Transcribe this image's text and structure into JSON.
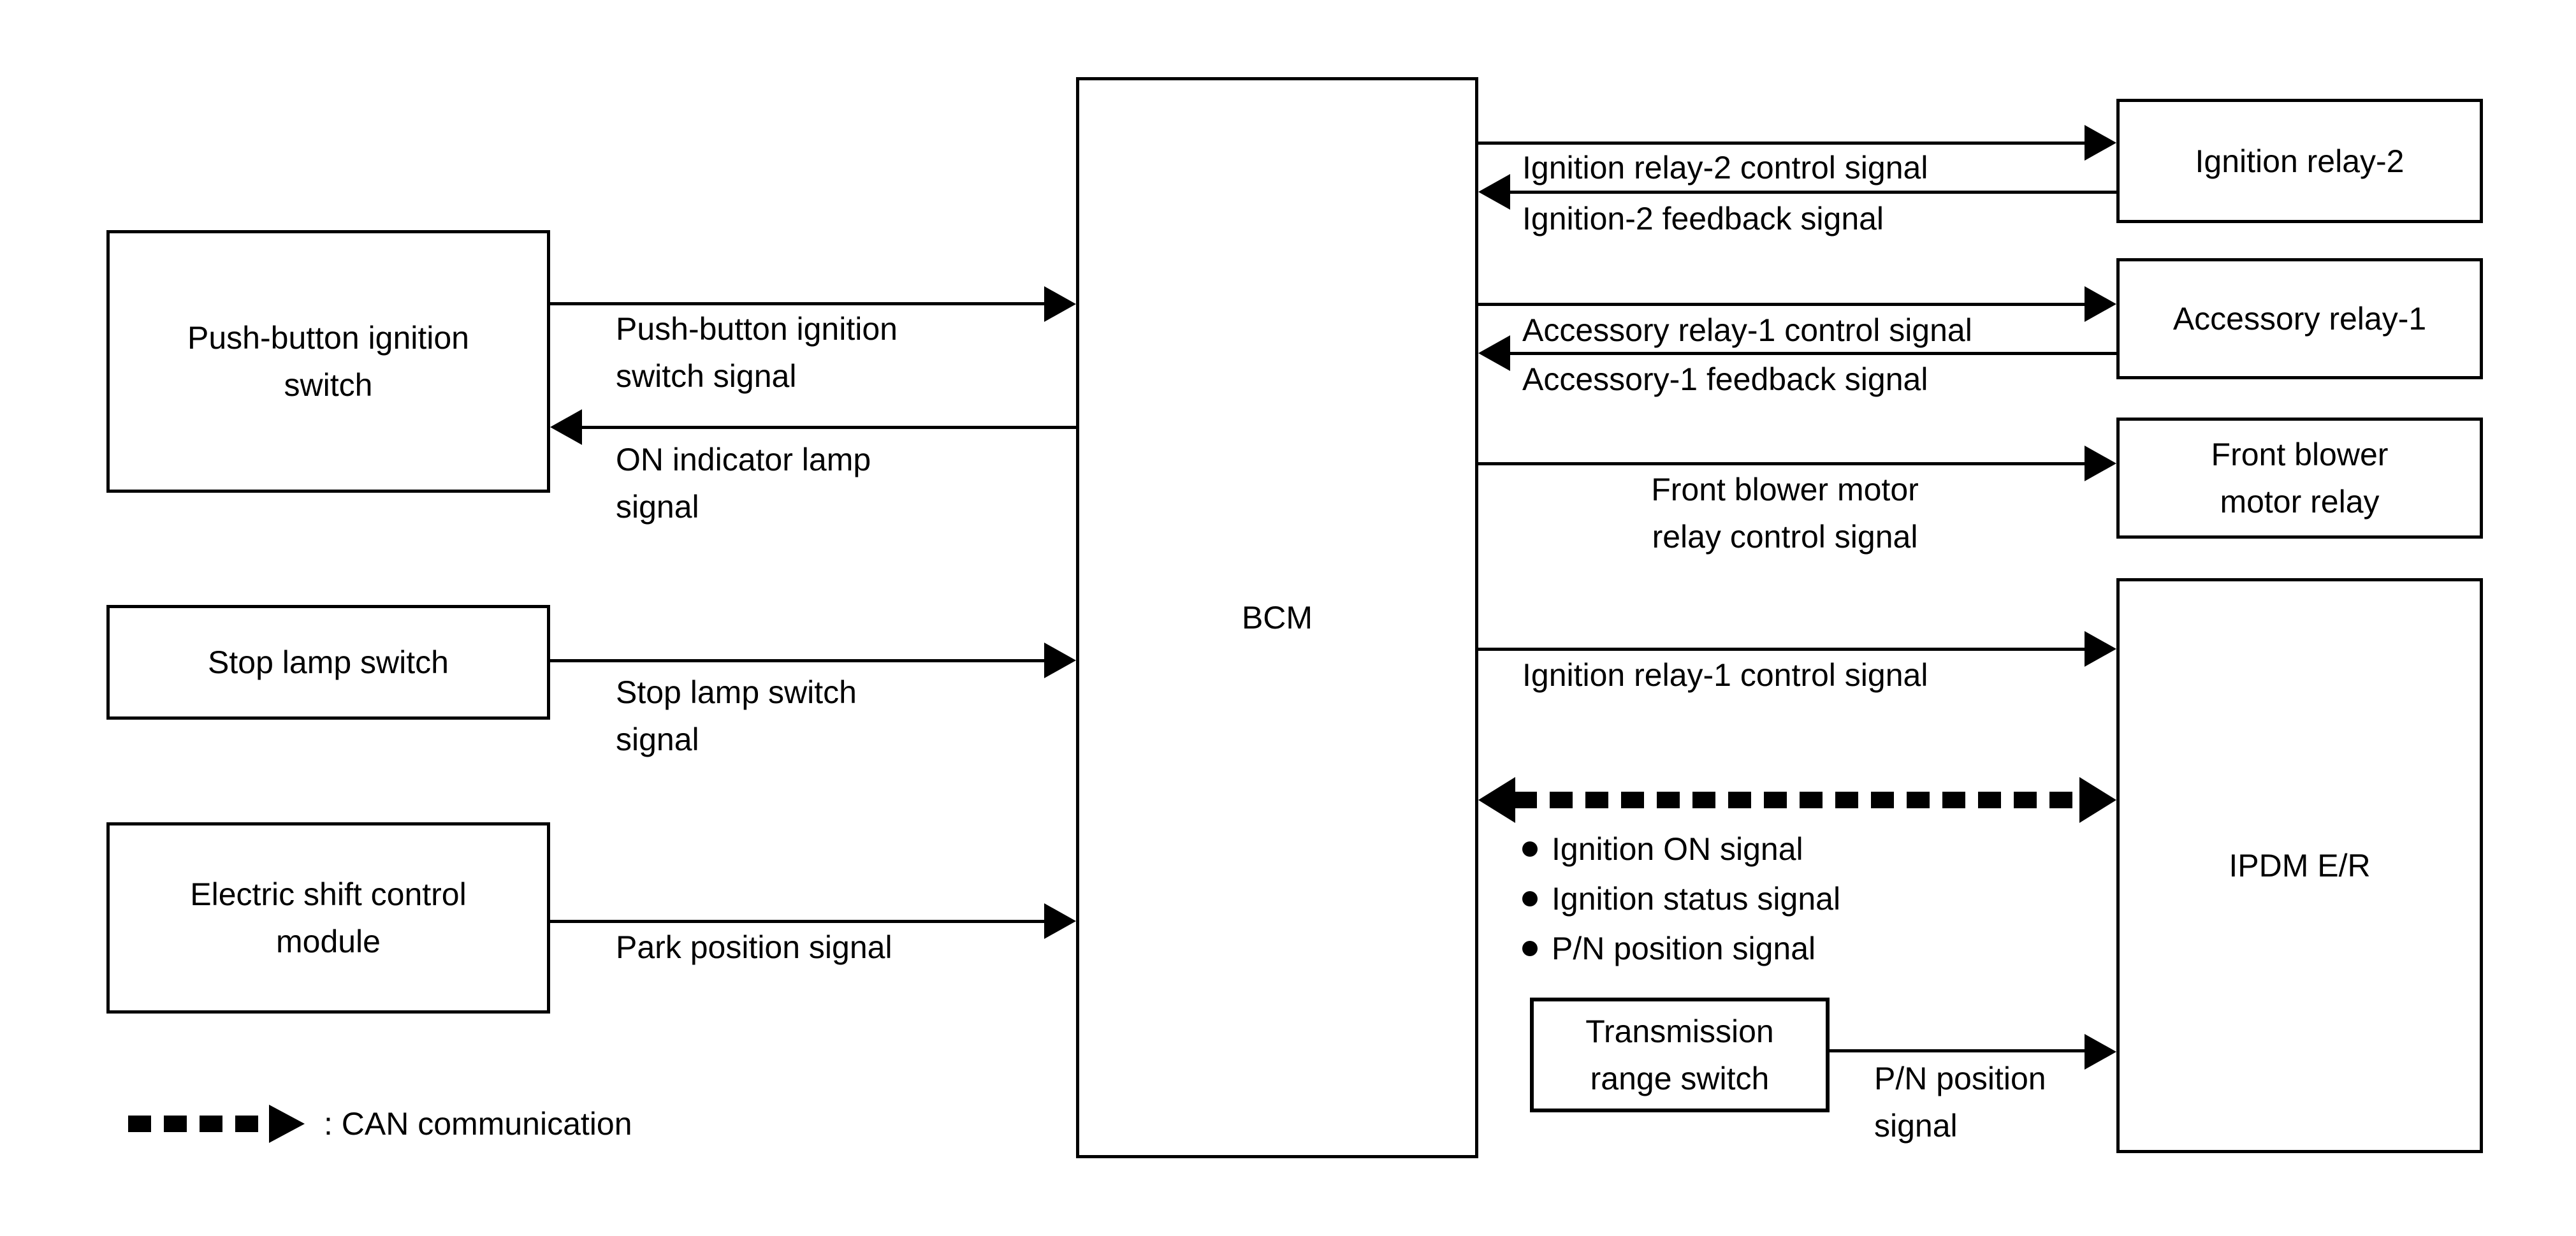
{
  "boxes": {
    "push_button_ignition_switch": {
      "label": "Push-button ignition\nswitch"
    },
    "stop_lamp_switch": {
      "label": "Stop lamp switch"
    },
    "electric_shift_control_module": {
      "label": "Electric shift control\nmodule"
    },
    "bcm": {
      "label": "BCM"
    },
    "ignition_relay_2": {
      "label": "Ignition relay-2"
    },
    "accessory_relay_1": {
      "label": "Accessory relay-1"
    },
    "front_blower_motor_relay": {
      "label": "Front blower\nmotor relay"
    },
    "ipdm_er": {
      "label": "IPDM E/R"
    },
    "transmission_range_switch": {
      "label": "Transmission\nrange switch"
    }
  },
  "signal_labels": {
    "push_button_ignition_switch_signal": "Push-button ignition\nswitch signal",
    "on_indicator_lamp_signal": "ON indicator lamp\nsignal",
    "stop_lamp_switch_signal": "Stop lamp switch\nsignal",
    "park_position_signal": "Park position signal",
    "ignition_relay_2_control_signal": "Ignition relay-2 control signal",
    "ignition_2_feedback_signal": "Ignition-2 feedback signal",
    "accessory_relay_1_control_signal": "Accessory relay-1 control signal",
    "accessory_1_feedback_signal": "Accessory-1 feedback signal",
    "front_blower_motor_relay_control_signal": "Front blower motor\nrelay control signal",
    "ignition_relay_1_control_signal": "Ignition relay-1 control signal",
    "pn_position_signal": "P/N position\nsignal"
  },
  "can_bus_signals": [
    "Ignition ON signal",
    "Ignition status signal",
    "P/N position signal"
  ],
  "legend": {
    "can_label": ": CAN communication"
  },
  "colors": {
    "line": "#000000",
    "background": "#ffffff",
    "text": "#000000"
  }
}
